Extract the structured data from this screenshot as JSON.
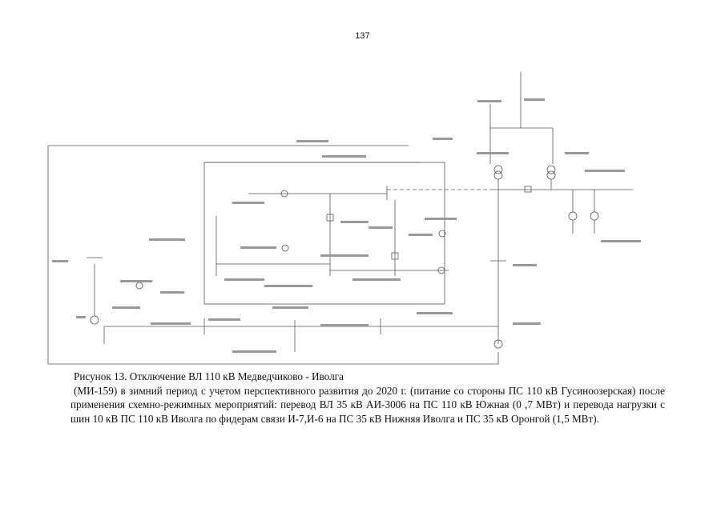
{
  "page": {
    "number": "137"
  },
  "figure": {
    "title": "Рисунок 13. Отключение ВЛ 110 кВ Медведчиково - Иволга",
    "description": "(МИ-159) в зимний период с учетом перспективного развития до 2020 г. (питание со стороны ПС 110 кВ Гусиноозерская) после применения схемно-режимных мероприятий: перевод ВЛ 35 кВ АИ-3006 на ПС 110 кВ Южная (0 ,7 МВт) и перевода нагрузки с шин 10 кВ ПС 110 кВ Иволга по фидерам связи И-7,И-6 на ПС 35 кВ Нижняя Иволга и ПС 35 кВ Оронгой (1,5 МВт)."
  },
  "colors": {
    "line": "#555555",
    "background": "#ffffff"
  }
}
